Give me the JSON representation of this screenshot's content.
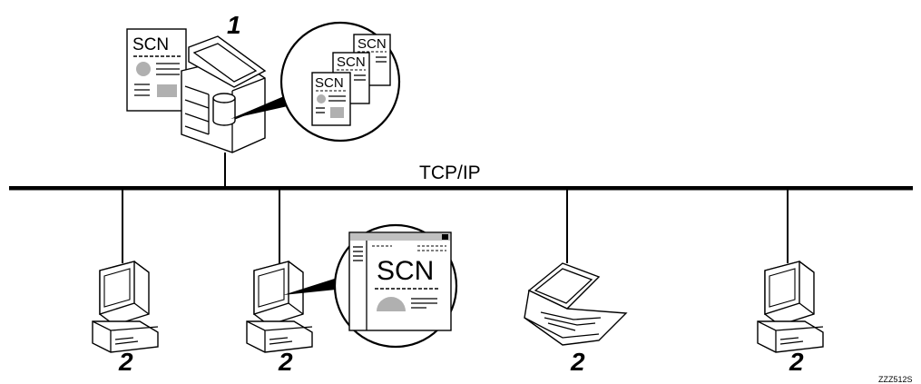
{
  "network": {
    "label": "TCP/IP"
  },
  "machine": {
    "number": "1",
    "doc_label": "SCN"
  },
  "stored_docs": {
    "labels": [
      "SCN",
      "SCN",
      "SCN"
    ]
  },
  "clients": {
    "numbers": [
      "2",
      "2",
      "2",
      "2"
    ]
  },
  "screen_view": {
    "label": "SCN"
  },
  "figure": {
    "code": "ZZZ512S"
  }
}
